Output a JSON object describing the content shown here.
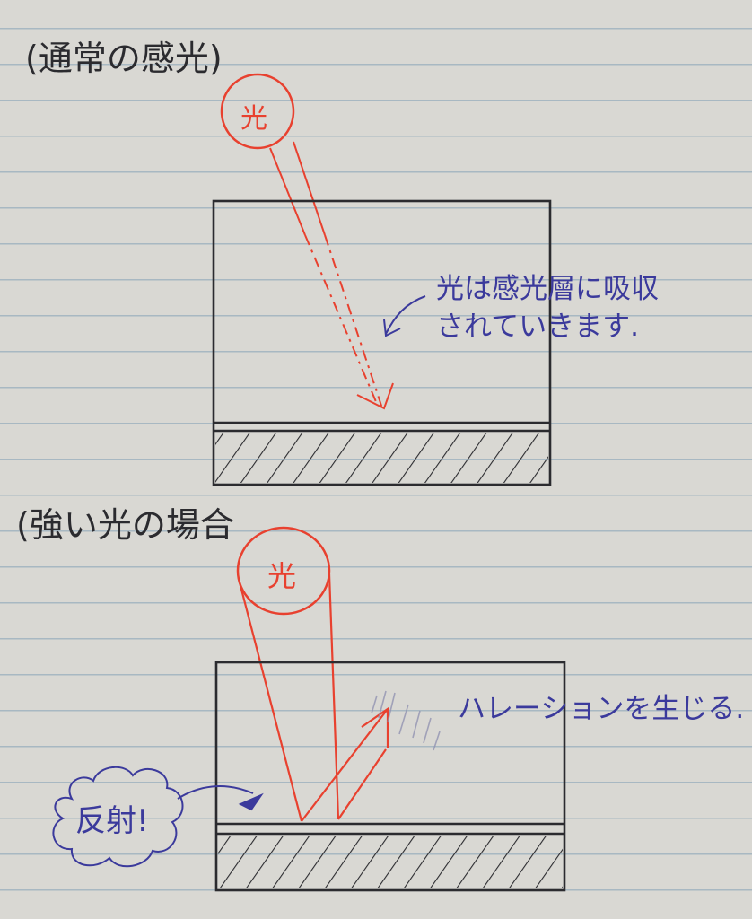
{
  "title_normal": "(通常の感光)",
  "title_strong": "(強い光の場合",
  "light_label_top": "光",
  "light_label_bottom": "光",
  "note_absorb_line1": "光は感光層に吸収",
  "note_absorb_line2": "されていきます.",
  "note_halation": "ハレーションを生じる.",
  "note_reflect": "反射!",
  "colors": {
    "pencil": "#2b2b2f",
    "red_pen": "#e8412f",
    "blue_pen": "#3b3a9c",
    "line": "#a8b8c2"
  }
}
